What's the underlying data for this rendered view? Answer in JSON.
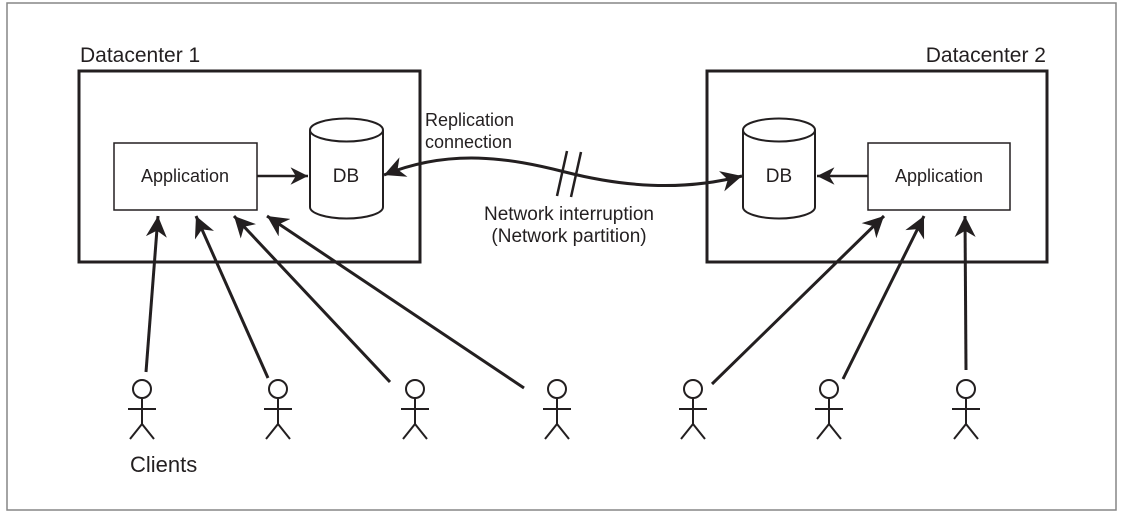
{
  "colors": {
    "ink": "#231f20",
    "frame_border": "#868686",
    "background": "#ffffff"
  },
  "diagram": {
    "datacenters": [
      {
        "title": "Datacenter 1",
        "application": "Application",
        "database": "DB"
      },
      {
        "title": "Datacenter 2",
        "application": "Application",
        "database": "DB"
      }
    ],
    "replication": {
      "label_line1": "Replication",
      "label_line2": "connection"
    },
    "interruption": {
      "label_line1": "Network interruption",
      "label_line2": "(Network partition)"
    },
    "clients": {
      "label": "Clients",
      "left_count": 4,
      "right_count": 3
    }
  }
}
